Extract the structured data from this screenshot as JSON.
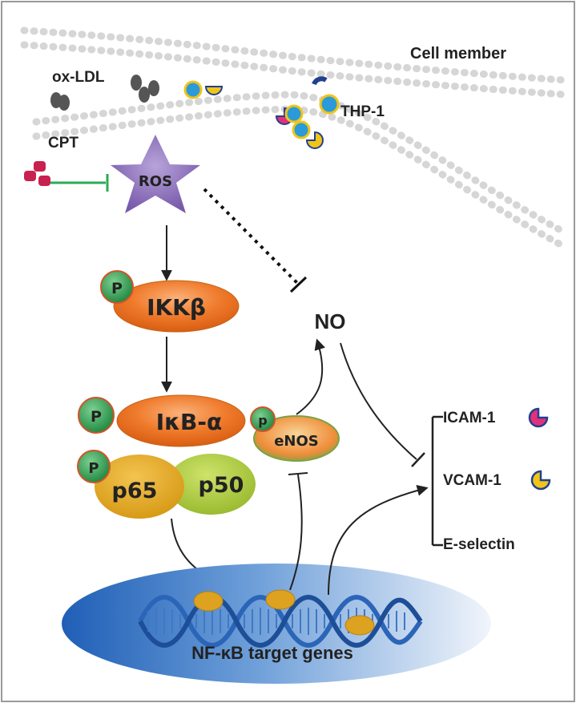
{
  "labels": {
    "membrane": "Cell member",
    "oxldl": "ox-LDL",
    "thp1": "THP-1",
    "cpt": "CPT",
    "ros": "ROS",
    "p": "P",
    "p_lower": "p",
    "ikkb": "IKKβ",
    "ikba": "IκB-α",
    "p65": "p65",
    "p50": "p50",
    "enos": "eNOS",
    "no": "NO",
    "icam": "ICAM-1",
    "vcam": "VCAM-1",
    "eselectin": "E-selectin",
    "nucleus": "NF-κB target genes"
  },
  "colors": {
    "outer_border": "#9a9a9a",
    "membrane": "#d6d6d6",
    "orange_protein": "#ef7a2b",
    "p_bubble": "#2f9e52",
    "p65": "#e3a520",
    "p50": "#a8c83a",
    "ros_star": "#8a6db8",
    "nucleus": "#2c6fc2",
    "dna": "#2b65b8",
    "cpt": "#c8204f",
    "inhibit_green": "#2bab55",
    "thp1_cell": "#2a9bd8",
    "icam_mark": "#e2307d",
    "vcam_mark": "#f0c419"
  }
}
